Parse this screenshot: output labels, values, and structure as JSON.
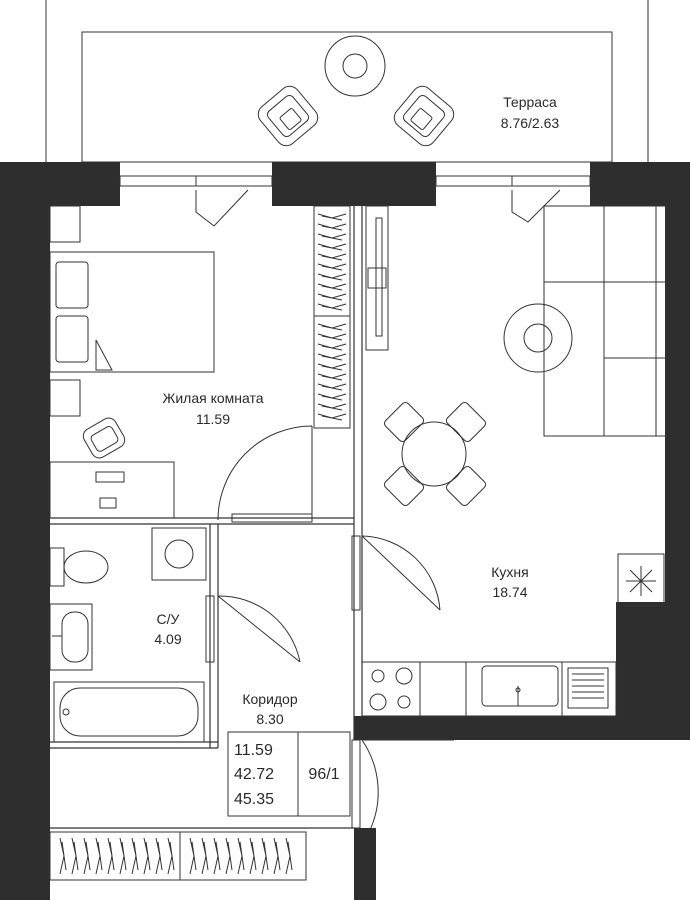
{
  "rooms": {
    "terrace": {
      "name": "Терраса",
      "area": "8.76/2.63"
    },
    "living": {
      "name": "Жилая комната",
      "area": "11.59"
    },
    "bathroom": {
      "name": "С/У",
      "area": "4.09"
    },
    "corridor": {
      "name": "Коридор",
      "area": "8.30"
    },
    "kitchen": {
      "name": "Кухня",
      "area": "18.74"
    }
  },
  "summary": {
    "living_area": "11.59",
    "total_area": "42.72",
    "total_with_terrace": "45.35",
    "apartment_number": "96/1"
  },
  "colors": {
    "wall": "#2e2e2e",
    "line": "#333333",
    "background": "#ffffff"
  }
}
